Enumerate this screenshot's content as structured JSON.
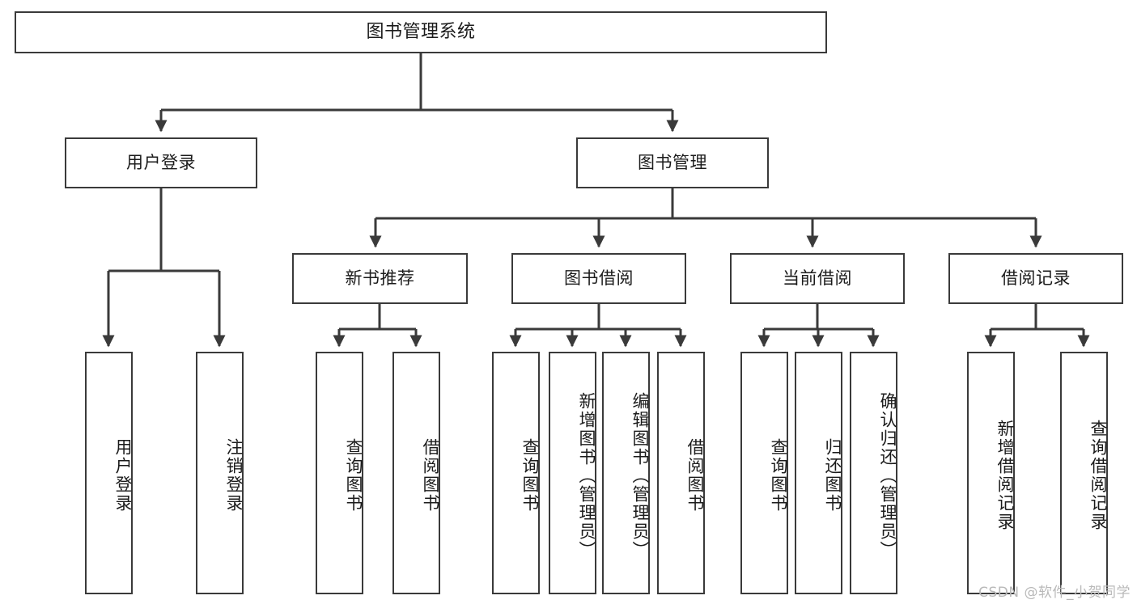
{
  "diagram": {
    "title": "图书管理系统",
    "watermark": "CSDN @软件_小贺同学",
    "colors": {
      "stroke": "#3a3a3a",
      "text": "#1b1b1b",
      "background": "#ffffff",
      "watermark": "#b9b9b9"
    },
    "root": {
      "label": "图书管理系统"
    },
    "level1": [
      {
        "label": "用户登录"
      },
      {
        "label": "图书管理"
      }
    ],
    "level2": [
      {
        "label": "新书推荐"
      },
      {
        "label": "图书借阅"
      },
      {
        "label": "当前借阅"
      },
      {
        "label": "借阅记录"
      }
    ],
    "leaves": {
      "user_login": [
        {
          "label": "用户登录"
        },
        {
          "label": "注销登录"
        }
      ],
      "new_book": [
        {
          "label": "查询图书"
        },
        {
          "label": "借阅图书"
        }
      ],
      "book_borrow": [
        {
          "label": "查询图书"
        },
        {
          "label": "新增图书（管理员）"
        },
        {
          "label": "编辑图书（管理员）"
        },
        {
          "label": "借阅图书"
        }
      ],
      "current_borrow": [
        {
          "label": "查询图书"
        },
        {
          "label": "归还图书"
        },
        {
          "label": "确认归还（管理员）"
        }
      ],
      "borrow_record": [
        {
          "label": "新增借阅记录"
        },
        {
          "label": "查询借阅记录"
        }
      ]
    }
  }
}
